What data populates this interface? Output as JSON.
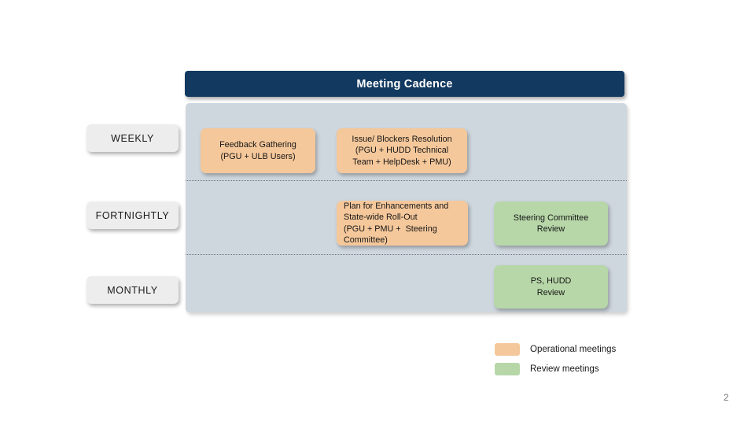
{
  "slide": {
    "title": "Meeting Cadence",
    "page_number": "2",
    "colors": {
      "title_bar": "#12395f",
      "panel": "#ced6de",
      "operational": "#f5c89b",
      "review": "#b7d7a8",
      "label_chip": "#ededed"
    }
  },
  "cadences": [
    {
      "key": "weekly",
      "label": "WEEKLY"
    },
    {
      "key": "fortnightly",
      "label": "FORTNIGHTLY"
    },
    {
      "key": "monthly",
      "label": "MONTHLY"
    }
  ],
  "boxes": {
    "feedback": {
      "type": "operational",
      "align": "center",
      "lines": [
        "Feedback Gathering",
        "(PGU + ULB Users)"
      ]
    },
    "issue": {
      "type": "operational",
      "align": "center",
      "lines": [
        "Issue/ Blockers Resolution",
        "(PGU + HUDD Technical",
        "Team + HelpDesk + PMU)"
      ]
    },
    "plan": {
      "type": "operational",
      "align": "left",
      "lines": [
        "Plan for Enhancements and",
        "State-wide Roll-Out",
        "(PGU + PMU +  Steering",
        "Committee)"
      ]
    },
    "steering": {
      "type": "review",
      "align": "center",
      "lines": [
        "Steering Committee",
        "Review"
      ]
    },
    "ps_hudd": {
      "type": "review",
      "align": "center",
      "lines": [
        "PS, HUDD",
        "Review"
      ]
    }
  },
  "legend": [
    {
      "key": "operational",
      "label": "Operational meetings"
    },
    {
      "key": "review",
      "label": "Review meetings"
    }
  ]
}
